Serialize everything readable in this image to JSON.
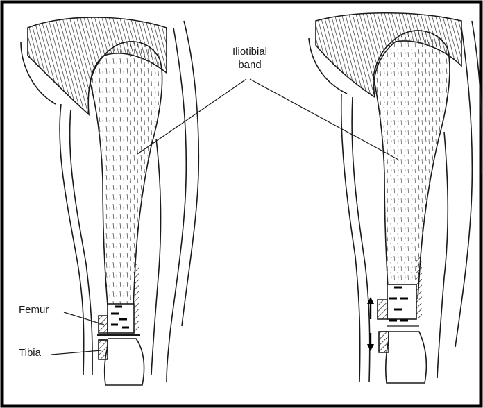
{
  "labels": {
    "iliotibial_line1": "Iliotibial",
    "iliotibial_line2": "band",
    "femur": "Femur",
    "tibia": "Tibia"
  },
  "colors": {
    "ink": "#1a1a1a",
    "border": "#000000",
    "background": "#ffffff"
  },
  "icons": [
    "arrow-up-icon",
    "arrow-down-icon"
  ]
}
